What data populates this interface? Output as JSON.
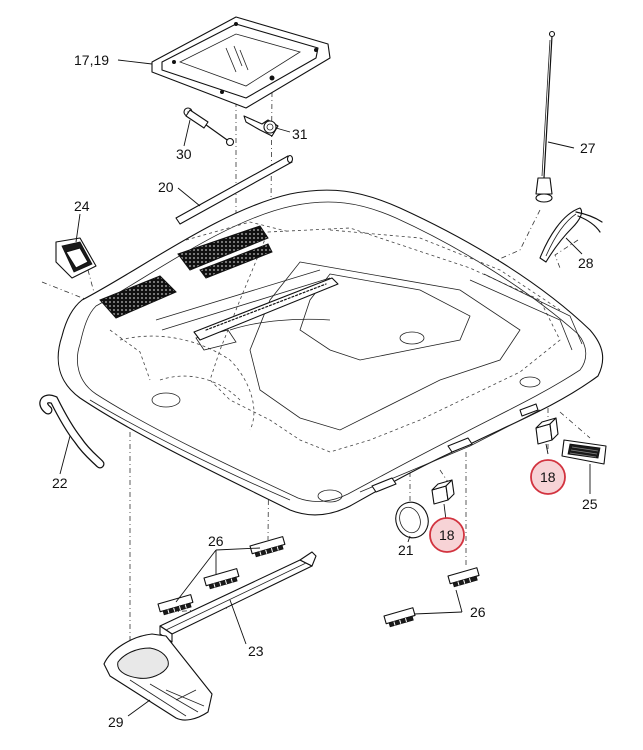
{
  "colors": {
    "line": "#111111",
    "highlight_fill": "#f7d3d6",
    "highlight_stroke": "#d2333f"
  },
  "labels": {
    "p17_19": "17,19",
    "p31": "31",
    "p30": "30",
    "p27": "27",
    "p20": "20",
    "p24": "24",
    "p28": "28",
    "p22": "22",
    "p18a": "18",
    "p18b": "18",
    "p25": "25",
    "p21": "21",
    "p26a": "26",
    "p26b": "26",
    "p23": "23",
    "p29": "29"
  }
}
